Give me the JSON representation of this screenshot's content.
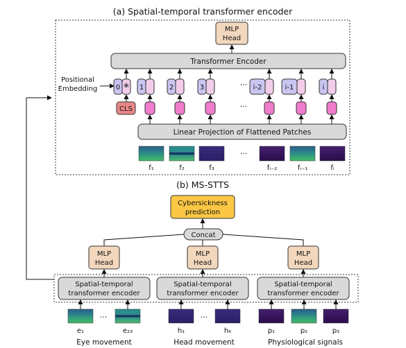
{
  "encoder_section": {
    "title": "(a) Spatial-temporal transformer encoder",
    "mlp_head": [
      "MLP",
      "Head"
    ],
    "transformer_label": "Transformer Encoder",
    "positional_label": [
      "Positional",
      "Embedding"
    ],
    "cls_label": "CLS",
    "star": "*",
    "position_labels": [
      "0",
      "1",
      "2",
      "3",
      "i-2",
      "i-1",
      "i"
    ],
    "ellipsis": "···",
    "linear_projection_label": "Linear Projection of Flattened Patches",
    "frame_labels": [
      "f₁",
      "f₂",
      "f₃",
      "fᵢ₋₂",
      "fᵢ₋₁",
      "fᵢ"
    ]
  },
  "msstts_section": {
    "title": "(b) MS-STTS",
    "prediction_label": [
      "Cybersickness",
      "prediction"
    ],
    "concat_label": "Concat",
    "mlp_head": [
      "MLP",
      "Head"
    ],
    "encoder_label": [
      "Spatial-temporal",
      "transformer encoder"
    ],
    "groups": [
      {
        "caption": "Eye movement",
        "first": "e₁",
        "last": "e₂₃"
      },
      {
        "caption": "Head movement",
        "first": "h₁",
        "last": "h₆"
      },
      {
        "caption": "Physiological signals",
        "items": [
          "p₁",
          "p₂",
          "p₃"
        ]
      }
    ]
  },
  "colors": {
    "mlp_head": "#f2d7bd",
    "gray_box": "#d9d9d9",
    "prediction": "#fbc744",
    "cls": "#e98787",
    "position": "#c9c5f0",
    "embedding": "#f2cdea",
    "patch_token": "#f07ccd",
    "spectrogram_dark": "#3b1361",
    "spectrogram_mid": "#2f6d8e",
    "spectrogram_light": "#3cb06d"
  }
}
